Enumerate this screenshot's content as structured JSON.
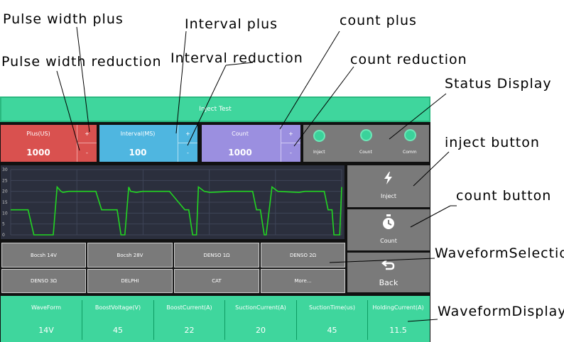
{
  "annotations": {
    "pulse_width_plus": "Pulse width plus",
    "pulse_width_reduction": "Pulse width reduction",
    "interval_plus": "Interval plus",
    "interval_reduction": "Interval reduction",
    "count_plus": "count plus",
    "count_reduction": "count reduction",
    "status_display": "Status Display",
    "inject_button": "inject button",
    "count_button": "count button",
    "waveform_selection": "WaveformSelection",
    "waveform_display": "WaveformDisplay"
  },
  "title": "Inject Test",
  "params": [
    {
      "label": "Plus(US)",
      "value": "1000",
      "plus": "+",
      "minus": "-",
      "color": "#d9514f"
    },
    {
      "label": "Interval(MS)",
      "value": "100",
      "plus": "+",
      "minus": "-",
      "color": "#4fb6e0"
    },
    {
      "label": "Count",
      "value": "1000",
      "plus": "+",
      "minus": "-",
      "color": "#9b8fe0"
    }
  ],
  "status": {
    "items": [
      {
        "label": "Inject"
      },
      {
        "label": "Count"
      },
      {
        "label": "Comm"
      }
    ],
    "led_color": "#3bd29b"
  },
  "chart_data": {
    "type": "line",
    "y_ticks": [
      "30",
      "25",
      "20",
      "15",
      "10",
      "5",
      "0"
    ],
    "ylim": [
      0,
      30
    ],
    "grid": true,
    "series": [
      {
        "color": "#22d622",
        "x": [
          0,
          9,
          12,
          20,
          22,
          24,
          26,
          27,
          30,
          33,
          44,
          47,
          55,
          57,
          59,
          61,
          62,
          65,
          68,
          79,
          82,
          90,
          92,
          94,
          96,
          97,
          100,
          103,
          114,
          117,
          125,
          127,
          129,
          131,
          132,
          135,
          138,
          149,
          152,
          160,
          162,
          164,
          166,
          167,
          170,
          171
        ],
        "y": [
          11.5,
          11.5,
          0,
          0,
          0,
          22,
          20,
          19.5,
          20,
          20,
          20,
          11.5,
          11.5,
          0,
          0,
          22,
          20,
          19.5,
          20,
          20,
          20,
          11.5,
          11.5,
          0,
          0,
          22,
          20,
          19.5,
          20,
          20,
          20,
          11.5,
          11.5,
          0,
          0,
          22,
          20,
          19.5,
          20,
          20,
          20,
          11.5,
          11.5,
          0,
          0,
          22
        ]
      }
    ]
  },
  "side_buttons": {
    "inject": "Inject",
    "count": "Count",
    "back": "Back"
  },
  "waveforms": [
    "Bocsh 14V",
    "Bocsh 28V",
    "DENSO 1Ω",
    "DENSO 2Ω",
    "DENSO 3Ω",
    "DELPHI",
    "CAT",
    "More..."
  ],
  "display": [
    {
      "header": "WaveForm",
      "value": "14V"
    },
    {
      "header": "BoostVoltage(V)",
      "value": "45"
    },
    {
      "header": "BoostCurrent(A)",
      "value": "22"
    },
    {
      "header": "SuctionCurrent(A)",
      "value": "20"
    },
    {
      "header": "SuctionTime(us)",
      "value": "45"
    },
    {
      "header": "HoldingCurrent(A)",
      "value": "11.5"
    }
  ]
}
